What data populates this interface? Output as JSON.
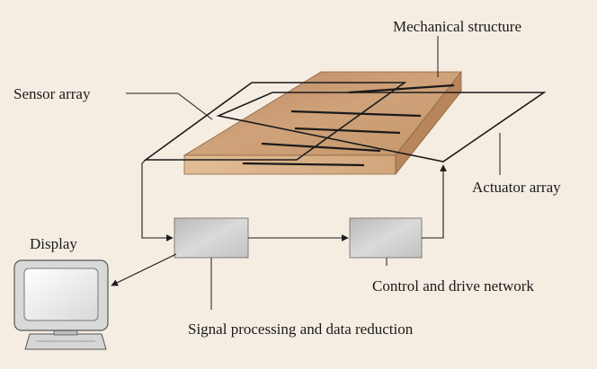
{
  "labels": {
    "mechanical_structure": "Mechanical structure",
    "sensor_array": "Sensor array",
    "actuator_array": "Actuator array",
    "display": "Display",
    "control_network": "Control and drive network",
    "signal_processing": "Signal processing and data reduction"
  },
  "colors": {
    "background": "#f5ede2",
    "slab_top": "#c9986e",
    "slab_front": "#dcb287",
    "slab_side": "#b8855c",
    "box": "#c9c9c9",
    "line": "#1a1a1a"
  },
  "icons": {
    "display": "monitor-icon"
  }
}
